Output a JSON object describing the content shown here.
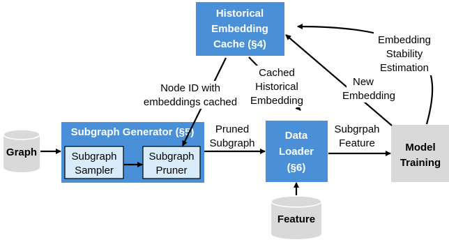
{
  "colors": {
    "blue_box": "#4a90d9",
    "light_box": "#d9ecfb",
    "gray_box": "#d9d9d9",
    "edge": "#000000"
  },
  "nodes": {
    "cache": {
      "line1": "Historical",
      "line2": "Embedding",
      "line3": "Cache (§4)"
    },
    "graph_db": {
      "label": "Graph"
    },
    "subgraph_generator": {
      "title": "Subgraph Generator (§5)"
    },
    "subgraph_sampler": {
      "line1": "Subgraph",
      "line2": "Sampler"
    },
    "subgraph_pruner": {
      "line1": "Subgraph",
      "line2": "Pruner"
    },
    "data_loader": {
      "line1": "Data",
      "line2": "Loader",
      "line3": "(§6)"
    },
    "feature_db": {
      "label": "Feature"
    },
    "model_training": {
      "line1": "Model",
      "line2": "Training"
    }
  },
  "edge_labels": {
    "node_id": {
      "line1": "Node ID with",
      "line2": "embeddings cached"
    },
    "cached_hist": {
      "line1": "Cached",
      "line2": "Historical",
      "line3": "Embedding"
    },
    "pruned": {
      "line1": "Pruned",
      "line2": "Subgraph"
    },
    "subgraph_feature": {
      "line1": "Subgrpah",
      "line2": "Feature"
    },
    "new_embedding": {
      "line1": "New",
      "line2": "Embedding"
    },
    "stability": {
      "line1": "Embedding",
      "line2": "Stability",
      "line3": "Estimation"
    }
  }
}
